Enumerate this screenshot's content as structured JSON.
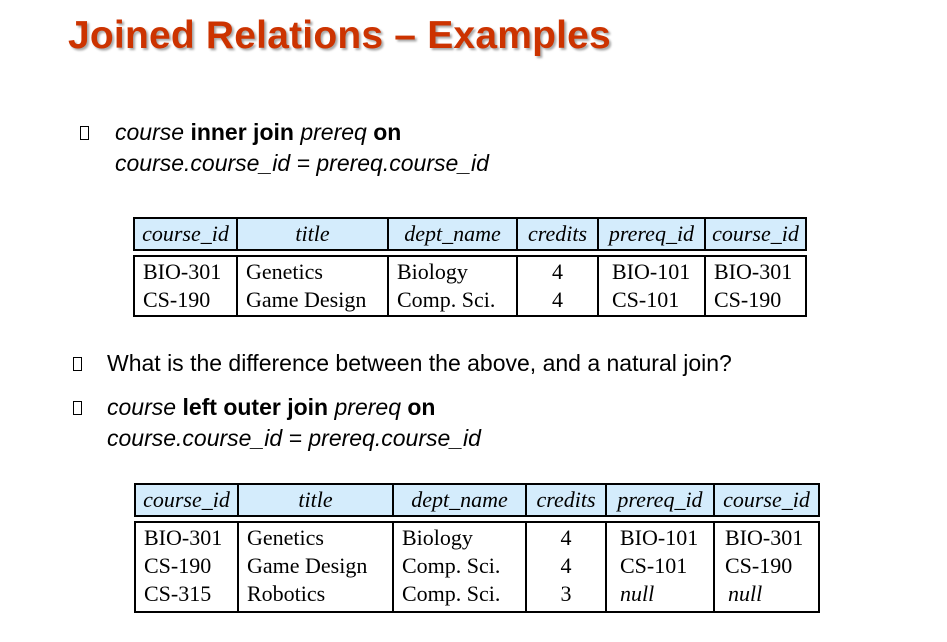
{
  "title": "Joined Relations – Examples",
  "bullet1": {
    "p1": "course",
    "p2": "inner join",
    "p3": "prereq",
    "p4": "on",
    "line2": "course.course_id = prereq.course_id"
  },
  "bullet2": {
    "text": "What is the difference between the above, and a natural join?"
  },
  "bullet3": {
    "p1": "course",
    "p2": "left outer join",
    "p3": "prereq",
    "p4": "on",
    "line2": "course.course_id = prereq.course_id"
  },
  "table1": {
    "columns": [
      "course_id",
      "title",
      "dept_name",
      "credits",
      "prereq_id",
      "course_id"
    ],
    "rows": [
      [
        "BIO-301",
        "Genetics",
        "Biology",
        "4",
        "BIO-101",
        "BIO-301"
      ],
      [
        "CS-190",
        "Game Design",
        "Comp. Sci.",
        "4",
        "CS-101",
        "CS-190"
      ]
    ]
  },
  "table2": {
    "columns": [
      "course_id",
      "title",
      "dept_name",
      "credits",
      "prereq_id",
      "course_id"
    ],
    "rows": [
      [
        "BIO-301",
        "Genetics",
        "Biology",
        "4",
        "BIO-101",
        "BIO-301"
      ],
      [
        "CS-190",
        "Game Design",
        "Comp. Sci.",
        "4",
        "CS-101",
        "CS-190"
      ],
      [
        "CS-315",
        "Robotics",
        "Comp. Sci.",
        "3",
        "null",
        "null"
      ]
    ]
  }
}
